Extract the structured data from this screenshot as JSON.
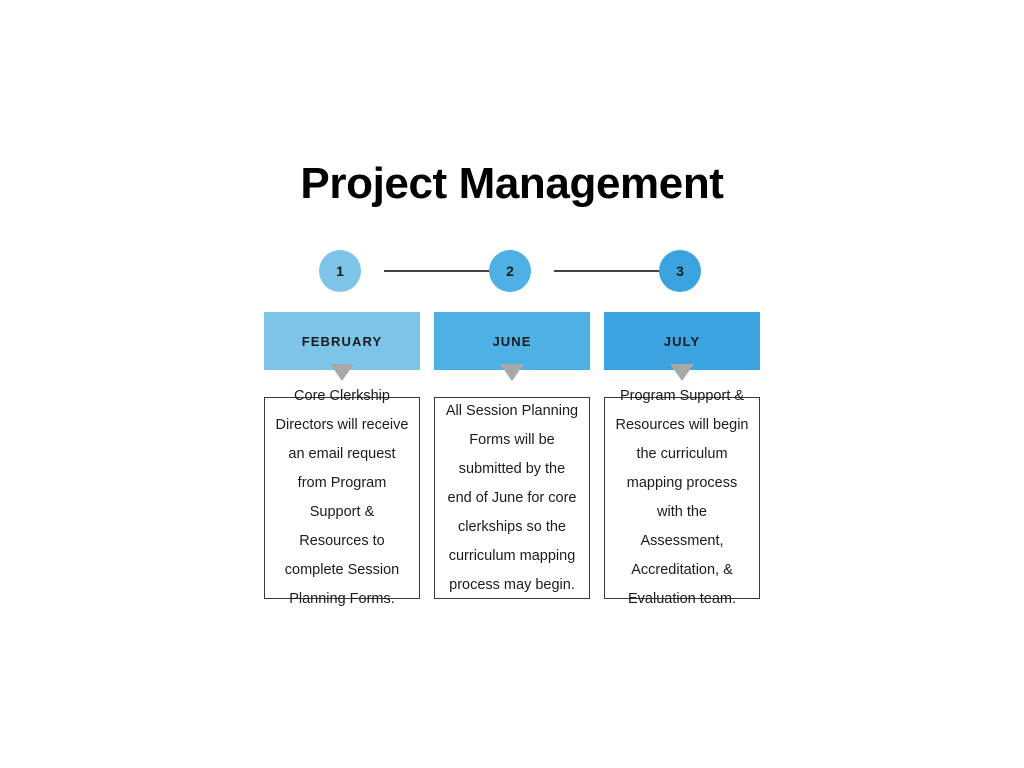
{
  "slide": {
    "title": "Project Management",
    "background_color": "#ffffff"
  },
  "palette": {
    "step_1": "#7cc4e8",
    "step_2": "#4fb0e5",
    "step_3": "#3ba3e0",
    "notch": "#a8a8a8",
    "arrow": "#333333",
    "box_border": "#3a3a3a",
    "text": "#1c1c1c"
  },
  "steps": [
    {
      "number": "1",
      "month": "FEBRUARY",
      "color": "#7cc4e8",
      "description": "Core Clerkship Directors will receive an email request from Program Support & Resources to complete Session Planning Forms."
    },
    {
      "number": "2",
      "month": "JUNE",
      "color": "#4fb0e5",
      "description": "All Session Planning Forms will be submitted by the end of June for core clerkships so the curriculum mapping process may begin."
    },
    {
      "number": "3",
      "month": "JULY",
      "color": "#3ba3e0",
      "description": "Program Support & Resources will begin the curriculum mapping process with the Assessment, Accreditation, & Evaluation team."
    }
  ],
  "connectors": [
    {
      "name": "arrow-step1-to-step2"
    },
    {
      "name": "arrow-step2-to-step3"
    }
  ]
}
